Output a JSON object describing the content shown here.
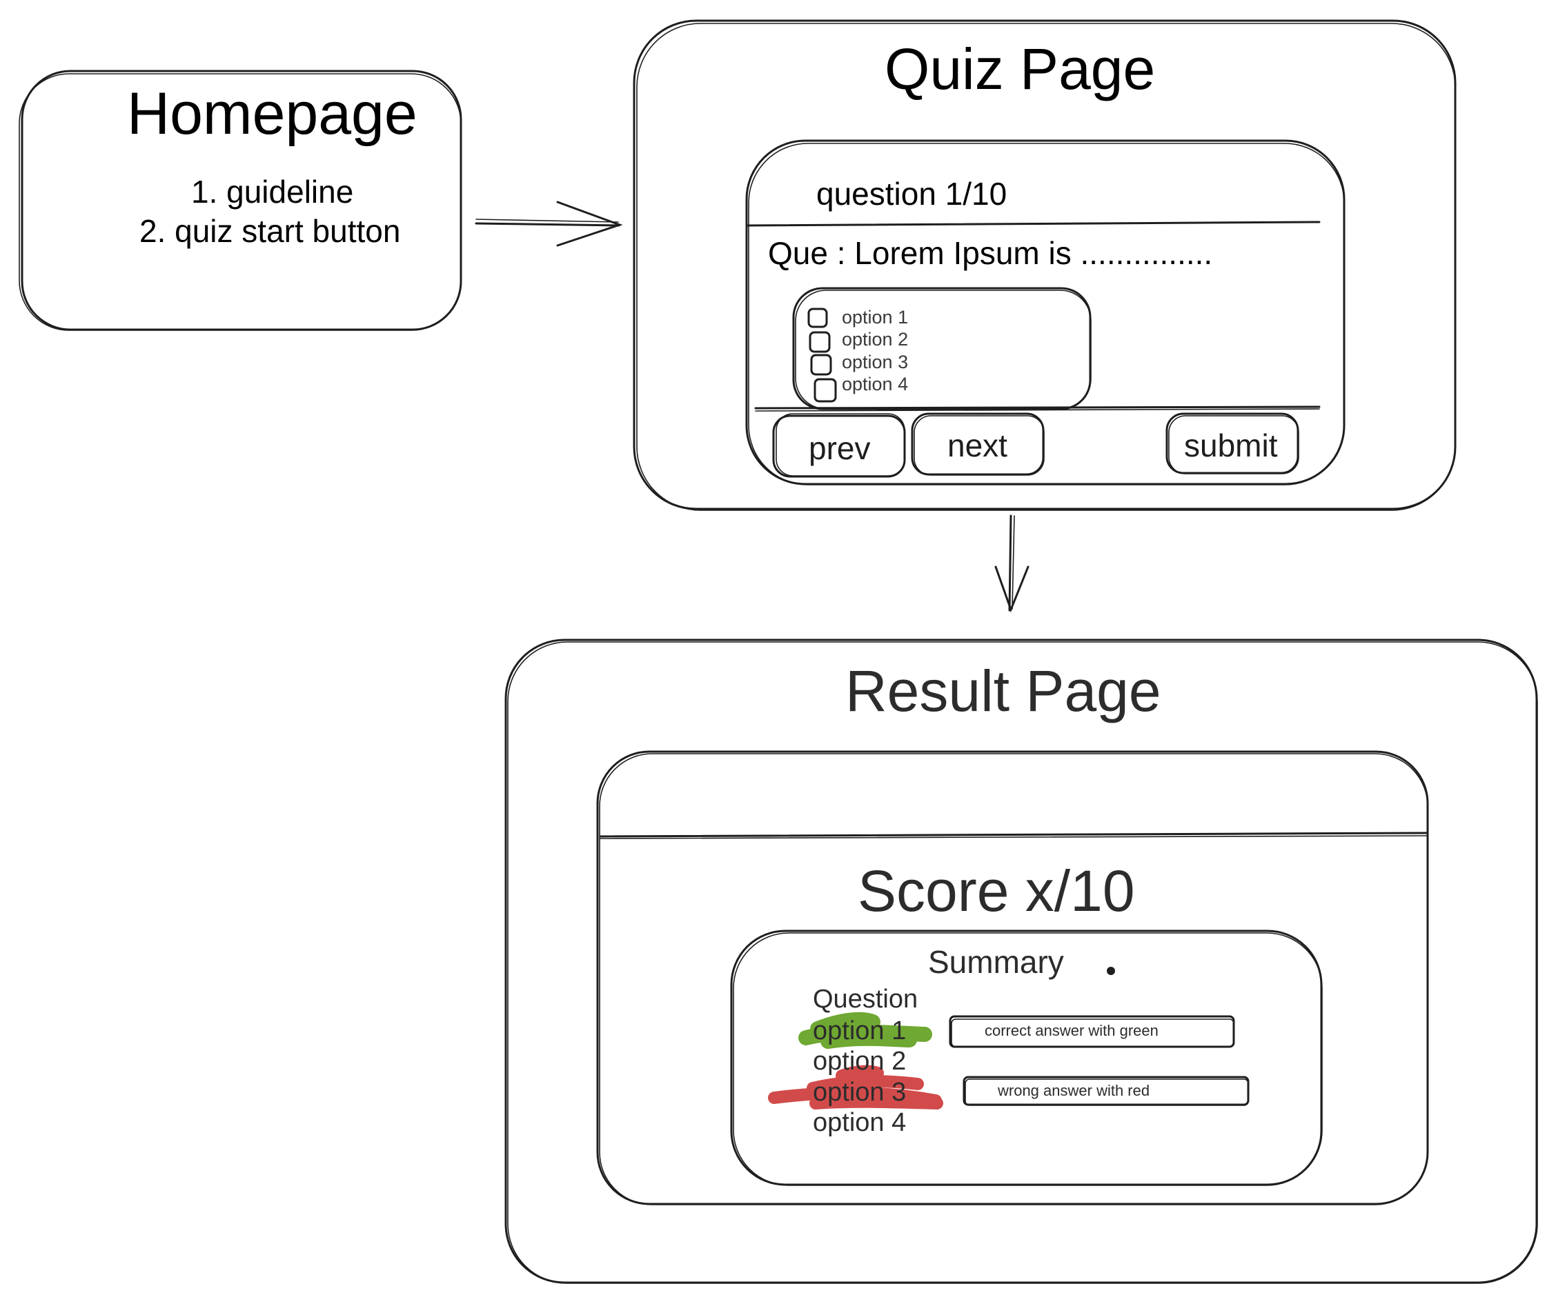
{
  "homepage": {
    "title": "Homepage",
    "items": [
      "1. guideline",
      "2. quiz start button"
    ]
  },
  "quiz_page": {
    "title": "Quiz Page",
    "question_counter": "question 1/10",
    "question_text": "Que : Lorem Ipsum is ...............",
    "options": [
      "option 1",
      "option 2",
      "option 3",
      "option 4"
    ],
    "buttons": {
      "prev": "prev",
      "next": "next",
      "submit": "submit"
    }
  },
  "result_page": {
    "title": "Result Page",
    "score": "Score x/10",
    "summary": {
      "title": "Summary",
      "question_label": "Question",
      "options": [
        "option 1",
        "option 2",
        "option 3",
        "option 4"
      ],
      "correct_note": "correct answer with green",
      "wrong_note": "wrong answer with red"
    }
  },
  "colors": {
    "stroke": "#1e1e1e",
    "correct": "#6fa832",
    "wrong": "#d24b4b"
  }
}
